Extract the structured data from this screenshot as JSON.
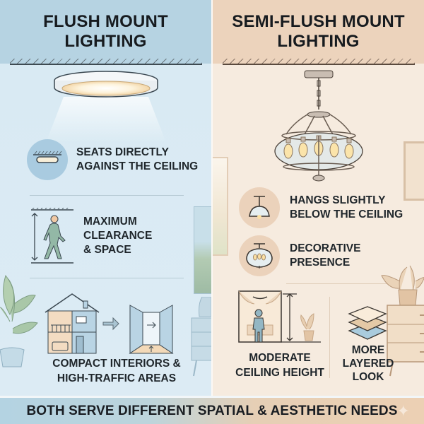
{
  "left": {
    "title_line1": "FLUSH MOUNT",
    "title_line2": "LIGHTING",
    "features": [
      {
        "line1": "SEATS DIRECTLY",
        "line2": "AGAINST THE CEILING",
        "icon": "flush-fixture-icon"
      },
      {
        "line1": "MAXIMUM",
        "line2": "CLEARANCE",
        "line3": "& SPACE",
        "icon": "walking-person-icon"
      },
      {
        "line1": "COMPACT INTERIORS &",
        "line2": "HIGH-TRAFFIC AREAS",
        "icon": "house-to-hallway-icon"
      }
    ]
  },
  "right": {
    "title_line1": "SEMI-FLUSH MOUNT",
    "title_line2": "LIGHTING",
    "features": [
      {
        "line1": "HANGS SLIGHTLY",
        "line2": "BELOW THE CEILING",
        "icon": "pendant-icon"
      },
      {
        "line1": "DECORATIVE",
        "line2": "PRESENCE",
        "icon": "chandelier-icon"
      },
      {
        "line1": "MODERATE",
        "line2": "CEILING HEIGHT",
        "icon": "room-height-icon"
      },
      {
        "line1": "MORE",
        "line2": "LAYERED",
        "line3": "LOOK",
        "icon": "layers-icon"
      }
    ]
  },
  "footer": {
    "text": "BOTH SERVE DIFFERENT SPATIAL & AESTHETIC NEEDS"
  },
  "colors": {
    "left_bg": "#d8eaf3",
    "left_header": "#b6d3e2",
    "right_bg": "#f6ebdf",
    "right_header": "#ecd3bc",
    "text": "#1f262b"
  }
}
